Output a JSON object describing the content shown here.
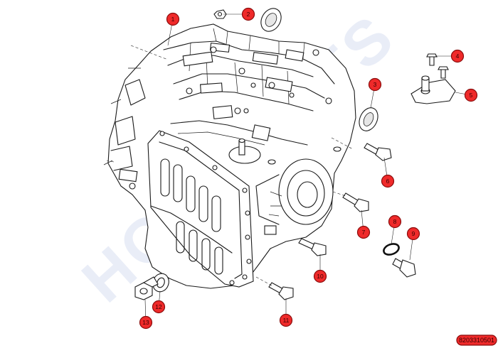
{
  "watermark": "HOWPARTS",
  "callouts": [
    "1",
    "2",
    "3",
    "4",
    "5",
    "6",
    "7",
    "8",
    "9",
    "10",
    "11",
    "12",
    "13"
  ],
  "diagram_code": "8203310501"
}
